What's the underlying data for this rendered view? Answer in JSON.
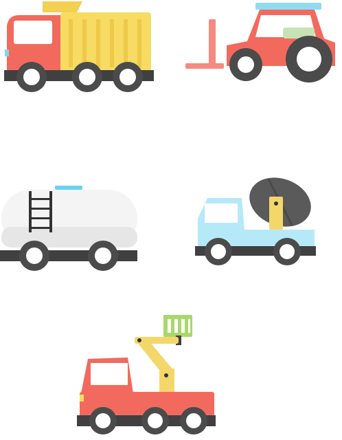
{
  "vehicles": [
    {
      "kind": "dump-truck"
    },
    {
      "kind": "forklift"
    },
    {
      "kind": "tanker-wagon"
    },
    {
      "kind": "cement-mixer"
    },
    {
      "kind": "bucket-truck"
    }
  ],
  "palette": {
    "cab_red": "#f26a5e",
    "cab_shade": "#e2564b",
    "dump_yellow": "#f7db63",
    "dump_yellow_dark": "#eec94a",
    "window": "#ffffff",
    "tire": "#4b4b4b",
    "hub": "#ffffff",
    "chassis": "#404040",
    "tank_white": "#f4f4f4",
    "tank_shadow": "#e6e6e6",
    "accent_blue": "#7fd6ee",
    "mixer_cab_blue": "#b6e9f7",
    "mixer_drum": "#5a5a5a",
    "boom_yellow": "#f4d76b",
    "basket_green": "#a8d86a",
    "ladder": "#333333",
    "forklift_green": "#c7e3b6"
  }
}
